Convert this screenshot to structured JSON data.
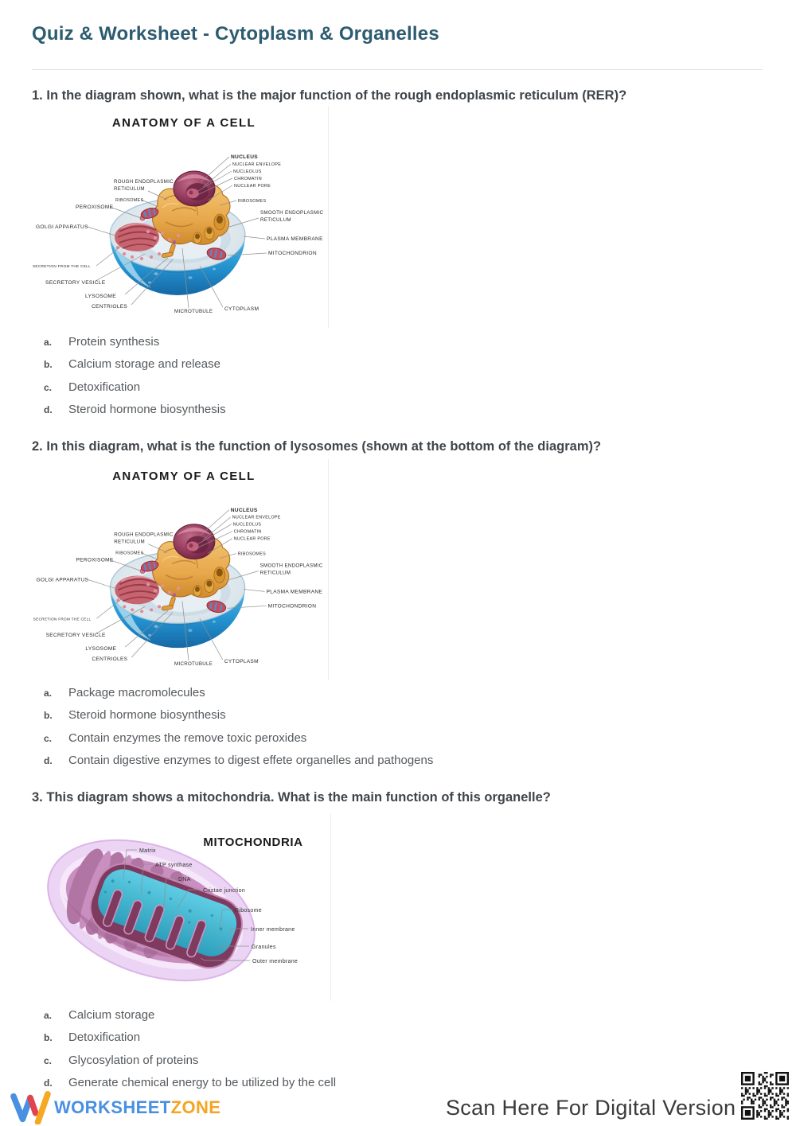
{
  "page": {
    "title": "Quiz & Worksheet - Cytoplasm & Organelles"
  },
  "questions": [
    {
      "number": "1.",
      "text": "In the diagram shown, what is the major function of the rough endoplasmic reticulum (RER)?",
      "choices": [
        {
          "letter": "a.",
          "text": "Protein synthesis"
        },
        {
          "letter": "b.",
          "text": "Calcium storage and release"
        },
        {
          "letter": "c.",
          "text": "Detoxification"
        },
        {
          "letter": "d.",
          "text": "Steroid hormone biosynthesis"
        }
      ]
    },
    {
      "number": "2.",
      "text": "In this diagram, what is the function of lysosomes (shown at the bottom of the diagram)?",
      "choices": [
        {
          "letter": "a.",
          "text": "Package macromolecules"
        },
        {
          "letter": "b.",
          "text": "Steroid hormone biosynthesis"
        },
        {
          "letter": "c.",
          "text": "Contain enzymes the remove toxic peroxides"
        },
        {
          "letter": "d.",
          "text": "Contain digestive enzymes to digest effete organelles and pathogens"
        }
      ]
    },
    {
      "number": "3.",
      "text": "This diagram shows a mitochondria. What is the main function of this organelle?",
      "choices": [
        {
          "letter": "a.",
          "text": "Calcium storage"
        },
        {
          "letter": "b.",
          "text": "Detoxification"
        },
        {
          "letter": "c.",
          "text": "Glycosylation of proteins"
        },
        {
          "letter": "d.",
          "text": "Generate chemical energy to be utilized by the cell"
        }
      ]
    }
  ],
  "cell_diagram": {
    "title": "ANATOMY OF A CELL",
    "labels": [
      "NUCLEUS",
      "NUCLEAR ENVELOPE",
      "NUCLEOLUS",
      "CHROMATIN",
      "NUCLEAR PORE",
      "RIBOSOMES",
      "SMOOTH ENDOPLASMIC\nRETICULUM",
      "PLASMA MEMBRANE",
      "MITOCHONDRION",
      "CYTOPLASM",
      "ROUGH ENDOPLASMIC\nRETICULUM",
      "RIBOSOMES",
      "PEROXISOME",
      "GOLGI APPARATUS",
      "SECRETION FROM THE CELL",
      "SECRETORY VESICLE",
      "LYSOSOME",
      "CENTRIOLES",
      "MICROTUBULE"
    ]
  },
  "mitochondria_diagram": {
    "title": "MITOCHONDRIA",
    "labels": [
      "Matrix",
      "ATP synthase",
      "DNA",
      "Cristae junction",
      "Ribosome",
      "Inner membrane",
      "Granules",
      "Outer membrane"
    ]
  },
  "footer": {
    "logo_icon": "worksheet-zone-w-logo",
    "logo_text_1": "WORKSHEET",
    "logo_text_2": "ZONE",
    "scan_text": "Scan Here For Digital Version"
  },
  "colors": {
    "title_teal": "#2d5c70",
    "question_text": "#40454a",
    "choice_text": "#55595d",
    "logo_blue": "#4a90e2",
    "logo_orange": "#f6a423",
    "logo_red": "#e2434e",
    "cell_cytoplasm_blue": "#2491cf",
    "cell_er_orange": "#e8a84c",
    "cell_nucleus_maroon": "#7c2c4c",
    "mito_outer_lavender": "#ecd4f4",
    "mito_matrix_teal": "#3fb9d6"
  }
}
